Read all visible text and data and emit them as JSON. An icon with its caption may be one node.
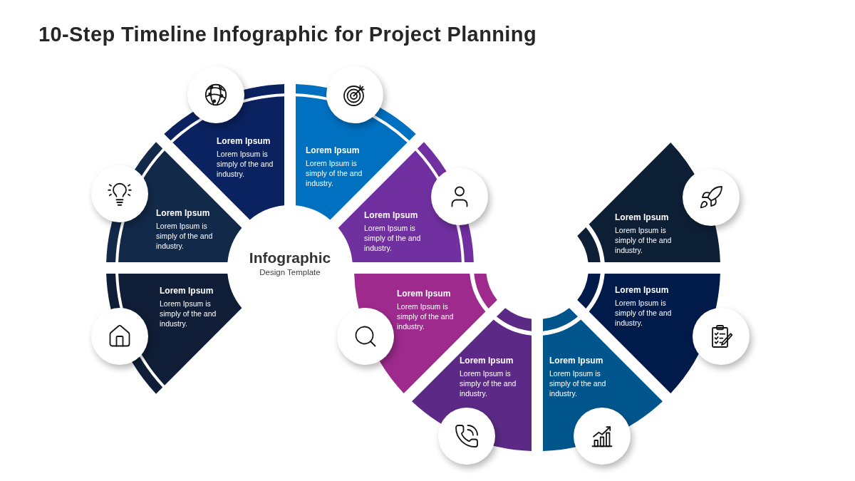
{
  "diagram": {
    "title": "10-Step Timeline Infographic for Project Planning",
    "nodes": [
      {
        "text": [
          "Lorem Ipsum",
          "Lorem Ipsum is simply of the and industry."
        ]
      },
      {
        "text": [
          "Lorem Ipsum",
          "Lorem Ipsum is simply of the and industry."
        ]
      },
      {
        "text": [
          "Lorem Ipsum",
          "Lorem Ipsum is simply of the and industry."
        ]
      },
      {
        "text": [
          "Lorem Ipsum",
          "Lorem Ipsum is simply of the and industry."
        ]
      },
      {
        "text": [
          "Lorem Ipsum",
          "Lorem Ipsum is simply of the and industry."
        ]
      },
      {
        "text": [
          "Lorem Ipsum",
          "Lorem Ipsum is simply of the and industry."
        ]
      },
      {
        "text": [
          "Lorem Ipsum",
          "Lorem Ipsum is simply of the and industry."
        ]
      },
      {
        "text": [
          "Lorem Ipsum",
          "Lorem Ipsum is simply of the and industry."
        ]
      },
      {
        "text": [
          "Lorem Ipsum",
          "Lorem Ipsum is simply of the and industry."
        ]
      },
      {
        "text": [
          "Lorem Ipsum",
          "Lorem Ipsum is simply of the and industry."
        ]
      }
    ],
    "labels": [
      "Infographic",
      "Design Template"
    ]
  }
}
